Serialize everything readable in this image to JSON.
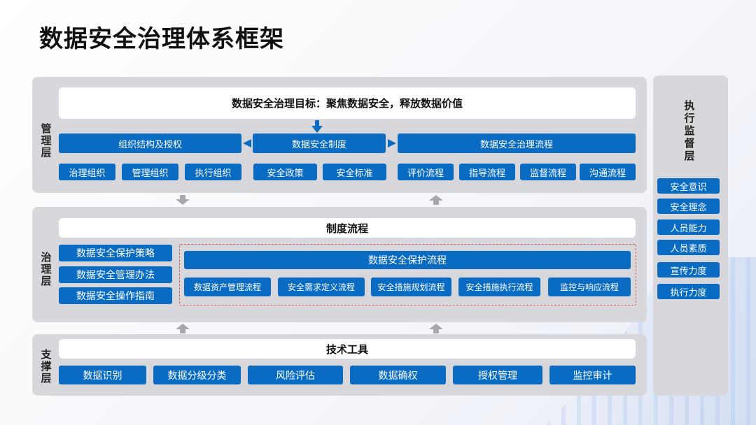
{
  "title": "数据安全治理体系框架",
  "management": {
    "label": "管理层",
    "goal": "数据安全治理目标：聚焦数据安全，释放数据价值",
    "org": "组织结构及授权",
    "policy": "数据安全制度",
    "process": "数据安全治理流程",
    "org_items": [
      "治理组织",
      "管理组织",
      "执行组织"
    ],
    "policy_items": [
      "安全政策",
      "安全标准"
    ],
    "process_items": [
      "评价流程",
      "指导流程",
      "监督流程",
      "沟通流程"
    ]
  },
  "governance": {
    "label": "治理层",
    "header": "制度流程",
    "left_items": [
      "数据安全保护策略",
      "数据安全管理办法",
      "数据安全操作指南"
    ],
    "protect_flow": "数据安全保护流程",
    "flow_items": [
      "数据资产管理流程",
      "安全需求定义流程",
      "安全措施规划流程",
      "安全措施执行流程",
      "监控与响应流程"
    ]
  },
  "support": {
    "label": "支撑层",
    "header": "技术工具",
    "items": [
      "数据识别",
      "数据分级分类",
      "风险评估",
      "数据确权",
      "授权管理",
      "监控审计"
    ]
  },
  "supervision": {
    "label": "执行监督层",
    "items": [
      "安全意识",
      "安全理念",
      "人员能力",
      "人员素质",
      "宣传力度",
      "执行力度"
    ]
  },
  "colors": {
    "primary": "#0a6bc2",
    "panel": "#d8d8dc",
    "dashed": "#d9534f"
  }
}
